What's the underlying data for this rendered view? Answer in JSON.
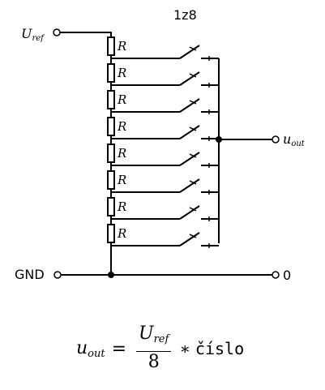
{
  "diagram": {
    "labels": {
      "uref_main": "U",
      "uref_sub": "ref",
      "switch_title": "1z8",
      "resistor": "R",
      "uout_main": "u",
      "uout_sub": "out",
      "gnd": "GND",
      "zero": "0"
    },
    "resistor_count": 8
  },
  "formula": {
    "lhs_main": "u",
    "lhs_sub": "out",
    "equals": "=",
    "num_main": "U",
    "num_sub": "ref",
    "denominator": "8",
    "operator": "∗",
    "word": "číslo"
  }
}
